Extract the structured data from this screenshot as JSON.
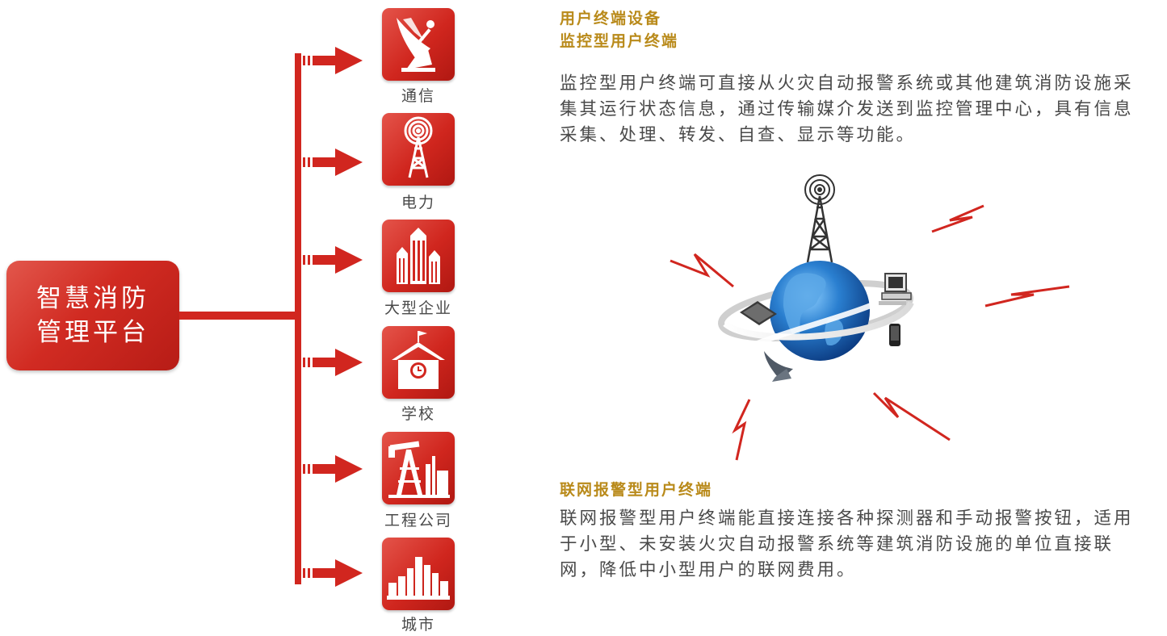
{
  "platform": {
    "title": "智慧消防管理平台"
  },
  "nodes": [
    {
      "label": "通信",
      "icon": "satellite-dish-icon"
    },
    {
      "label": "电力",
      "icon": "transmission-tower-icon"
    },
    {
      "label": "大型企业",
      "icon": "office-buildings-icon"
    },
    {
      "label": "学校",
      "icon": "school-icon"
    },
    {
      "label": "工程公司",
      "icon": "oil-pump-icon"
    },
    {
      "label": "城市",
      "icon": "city-skyline-icon"
    }
  ],
  "sections": {
    "device_title": "用户终端设备",
    "monitor_title": "监控型用户终端",
    "monitor_text": "监控型用户终端可直接从火灾自动报警系统或其他建筑消防设施采集其运行状态信息，通过传输媒介发送到监控管理中心，具有信息采集、处理、转发、自查、显示等功能。",
    "network_title": "联网报警型用户终端",
    "network_text": "联网报警型用户终端能直接连接各种探测器和手动报警按钮，适用于小型、未安装火灾自动报警系统等建筑消防设施的单位直接联网，降低中小型用户的联网费用。"
  },
  "colors": {
    "brand_red": "#d1261f",
    "heading_gold": "#b98a1a",
    "text_gray": "#4a4a4a"
  }
}
